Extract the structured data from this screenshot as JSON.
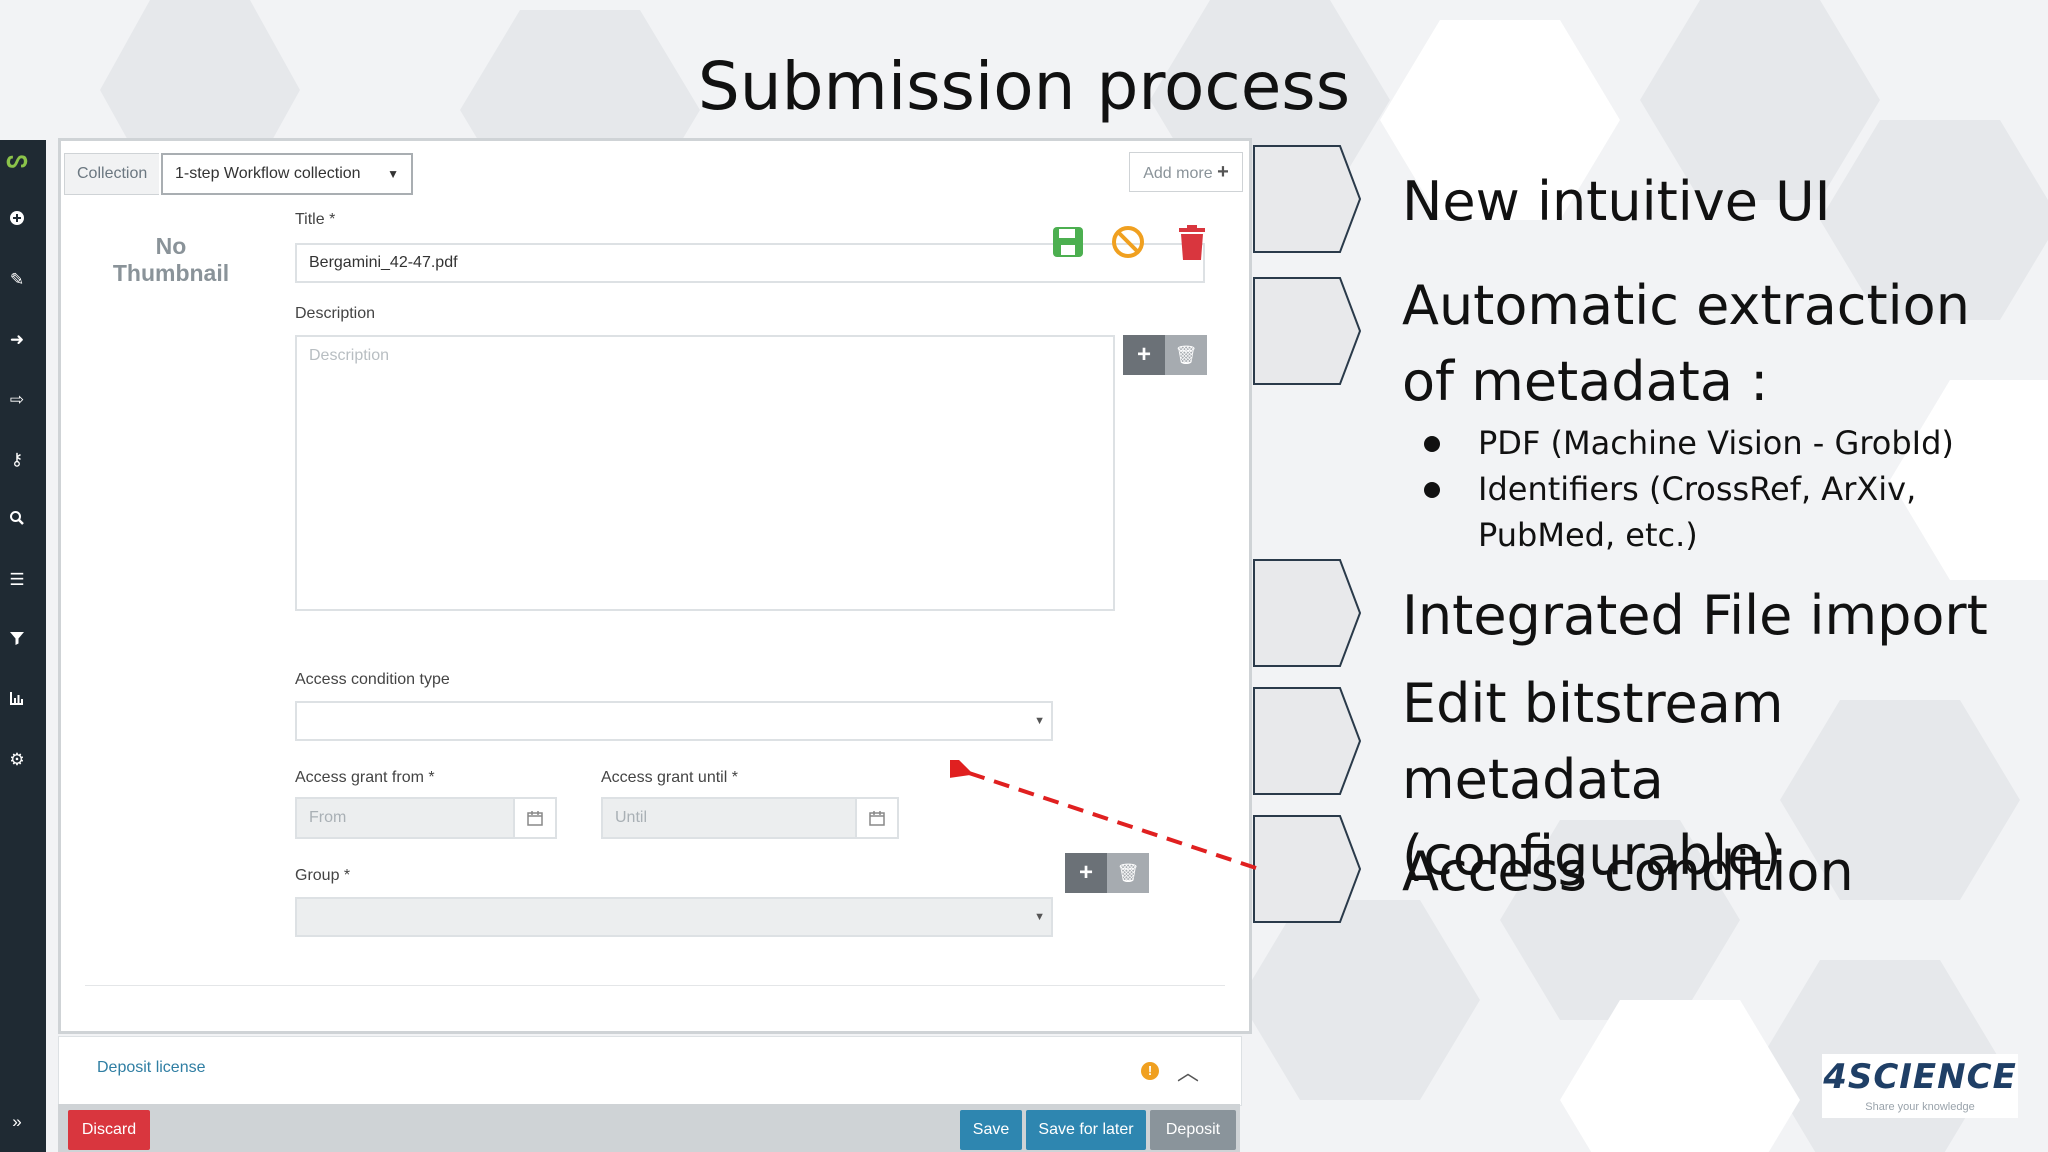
{
  "slide": {
    "title": "Submission process"
  },
  "sidebar": {
    "items": [
      {
        "icon": "dspace-logo-icon"
      },
      {
        "icon": "plus-circle-icon"
      },
      {
        "icon": "pencil-icon"
      },
      {
        "icon": "sign-in-icon"
      },
      {
        "icon": "sign-out-icon"
      },
      {
        "icon": "key-icon"
      },
      {
        "icon": "search-icon"
      },
      {
        "icon": "list-icon"
      },
      {
        "icon": "filter-icon"
      },
      {
        "icon": "bar-chart-icon"
      },
      {
        "icon": "cogs-icon"
      },
      {
        "icon": "double-chevron-right-icon"
      }
    ]
  },
  "form": {
    "collection_label": "Collection",
    "collection_value": "1-step Workflow collection",
    "add_more_label": "Add more",
    "thumbnail_text": "No Thumbnail",
    "title_label": "Title *",
    "title_value": "Bergamini_42-47.pdf",
    "description_label": "Description",
    "description_placeholder": "Description",
    "access_condition_type_label": "Access condition type",
    "access_grant_from_label": "Access grant from *",
    "access_grant_from_placeholder": "From",
    "access_grant_until_label": "Access grant until *",
    "access_grant_until_placeholder": "Until",
    "group_label": "Group *"
  },
  "license": {
    "title": "Deposit license"
  },
  "actions": {
    "discard": "Discard",
    "save": "Save",
    "save_for_later": "Save for later",
    "deposit": "Deposit"
  },
  "features": {
    "items": [
      "New intuitive UI",
      "Automatic extraction",
      "of metadata :",
      "Integrated File import",
      "Edit bitstream",
      "metadata (configurable)",
      "Access condition"
    ],
    "bullets": [
      "PDF (Machine Vision - GrobId)",
      "Identifiers (CrossRef, ArXiv,",
      "PubMed, etc.)"
    ]
  },
  "brand": {
    "logo_text": "4SCIENCE",
    "logo_tagline": "Share your knowledge"
  },
  "colors": {
    "sidebar_bg": "#1f2a33",
    "primary_button": "#2e86b0",
    "danger_button": "#d9363e",
    "annotation_arrow": "#e02020",
    "save_icon": "#4caf50",
    "cancel_icon": "#f0a020",
    "delete_icon": "#d9363e"
  }
}
